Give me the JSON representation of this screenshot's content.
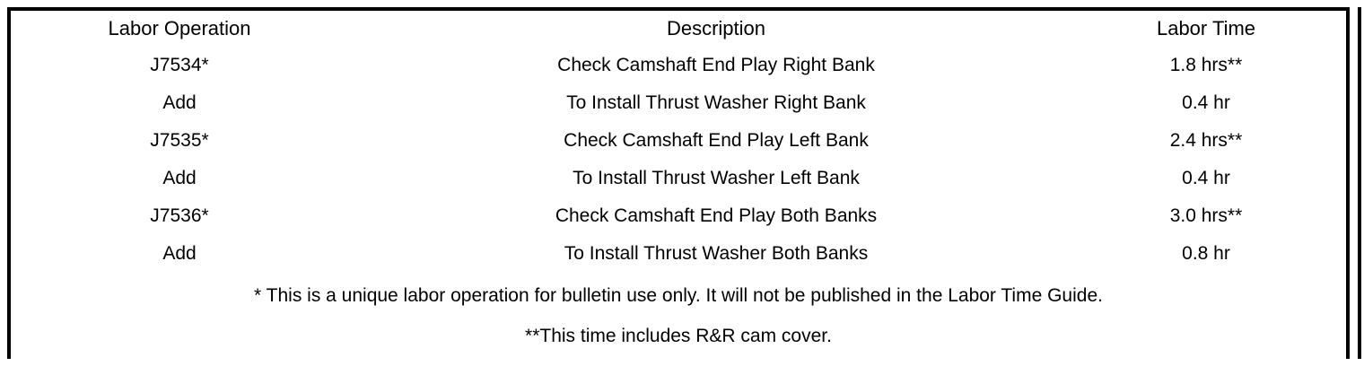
{
  "document": {
    "type": "labor-operation-table"
  },
  "table": {
    "columns": [
      {
        "key": "labor_operation",
        "label": "Labor Operation"
      },
      {
        "key": "description",
        "label": "Description"
      },
      {
        "key": "labor_time",
        "label": "Labor Time"
      },
      {
        "key": "spacer",
        "label": ""
      }
    ],
    "rows": [
      {
        "labor_operation": "J7534*",
        "description": "Check Camshaft End Play Right Bank",
        "labor_time": "1.8 hrs**",
        "spacer": ""
      },
      {
        "labor_operation": "Add",
        "description": "To Install Thrust Washer Right Bank",
        "labor_time": "0.4 hr",
        "spacer": ""
      },
      {
        "labor_operation": "J7535*",
        "description": "Check Camshaft End Play Left Bank",
        "labor_time": "2.4 hrs**",
        "spacer": ""
      },
      {
        "labor_operation": "Add",
        "description": "To Install Thrust Washer Left Bank",
        "labor_time": "0.4 hr",
        "spacer": ""
      },
      {
        "labor_operation": "J7536*",
        "description": "Check Camshaft End Play Both Banks",
        "labor_time": "3.0 hrs**",
        "spacer": ""
      },
      {
        "labor_operation": "Add",
        "description": "To Install Thrust Washer Both Banks",
        "labor_time": "0.8 hr",
        "spacer": ""
      }
    ],
    "footnotes": [
      "* This is a unique labor operation for bulletin use only. It will not be published in the Labor Time Guide.",
      "**This time includes R&R cam cover."
    ]
  },
  "colors": {
    "border": "#000000",
    "text": "#000000",
    "background": "#ffffff"
  }
}
